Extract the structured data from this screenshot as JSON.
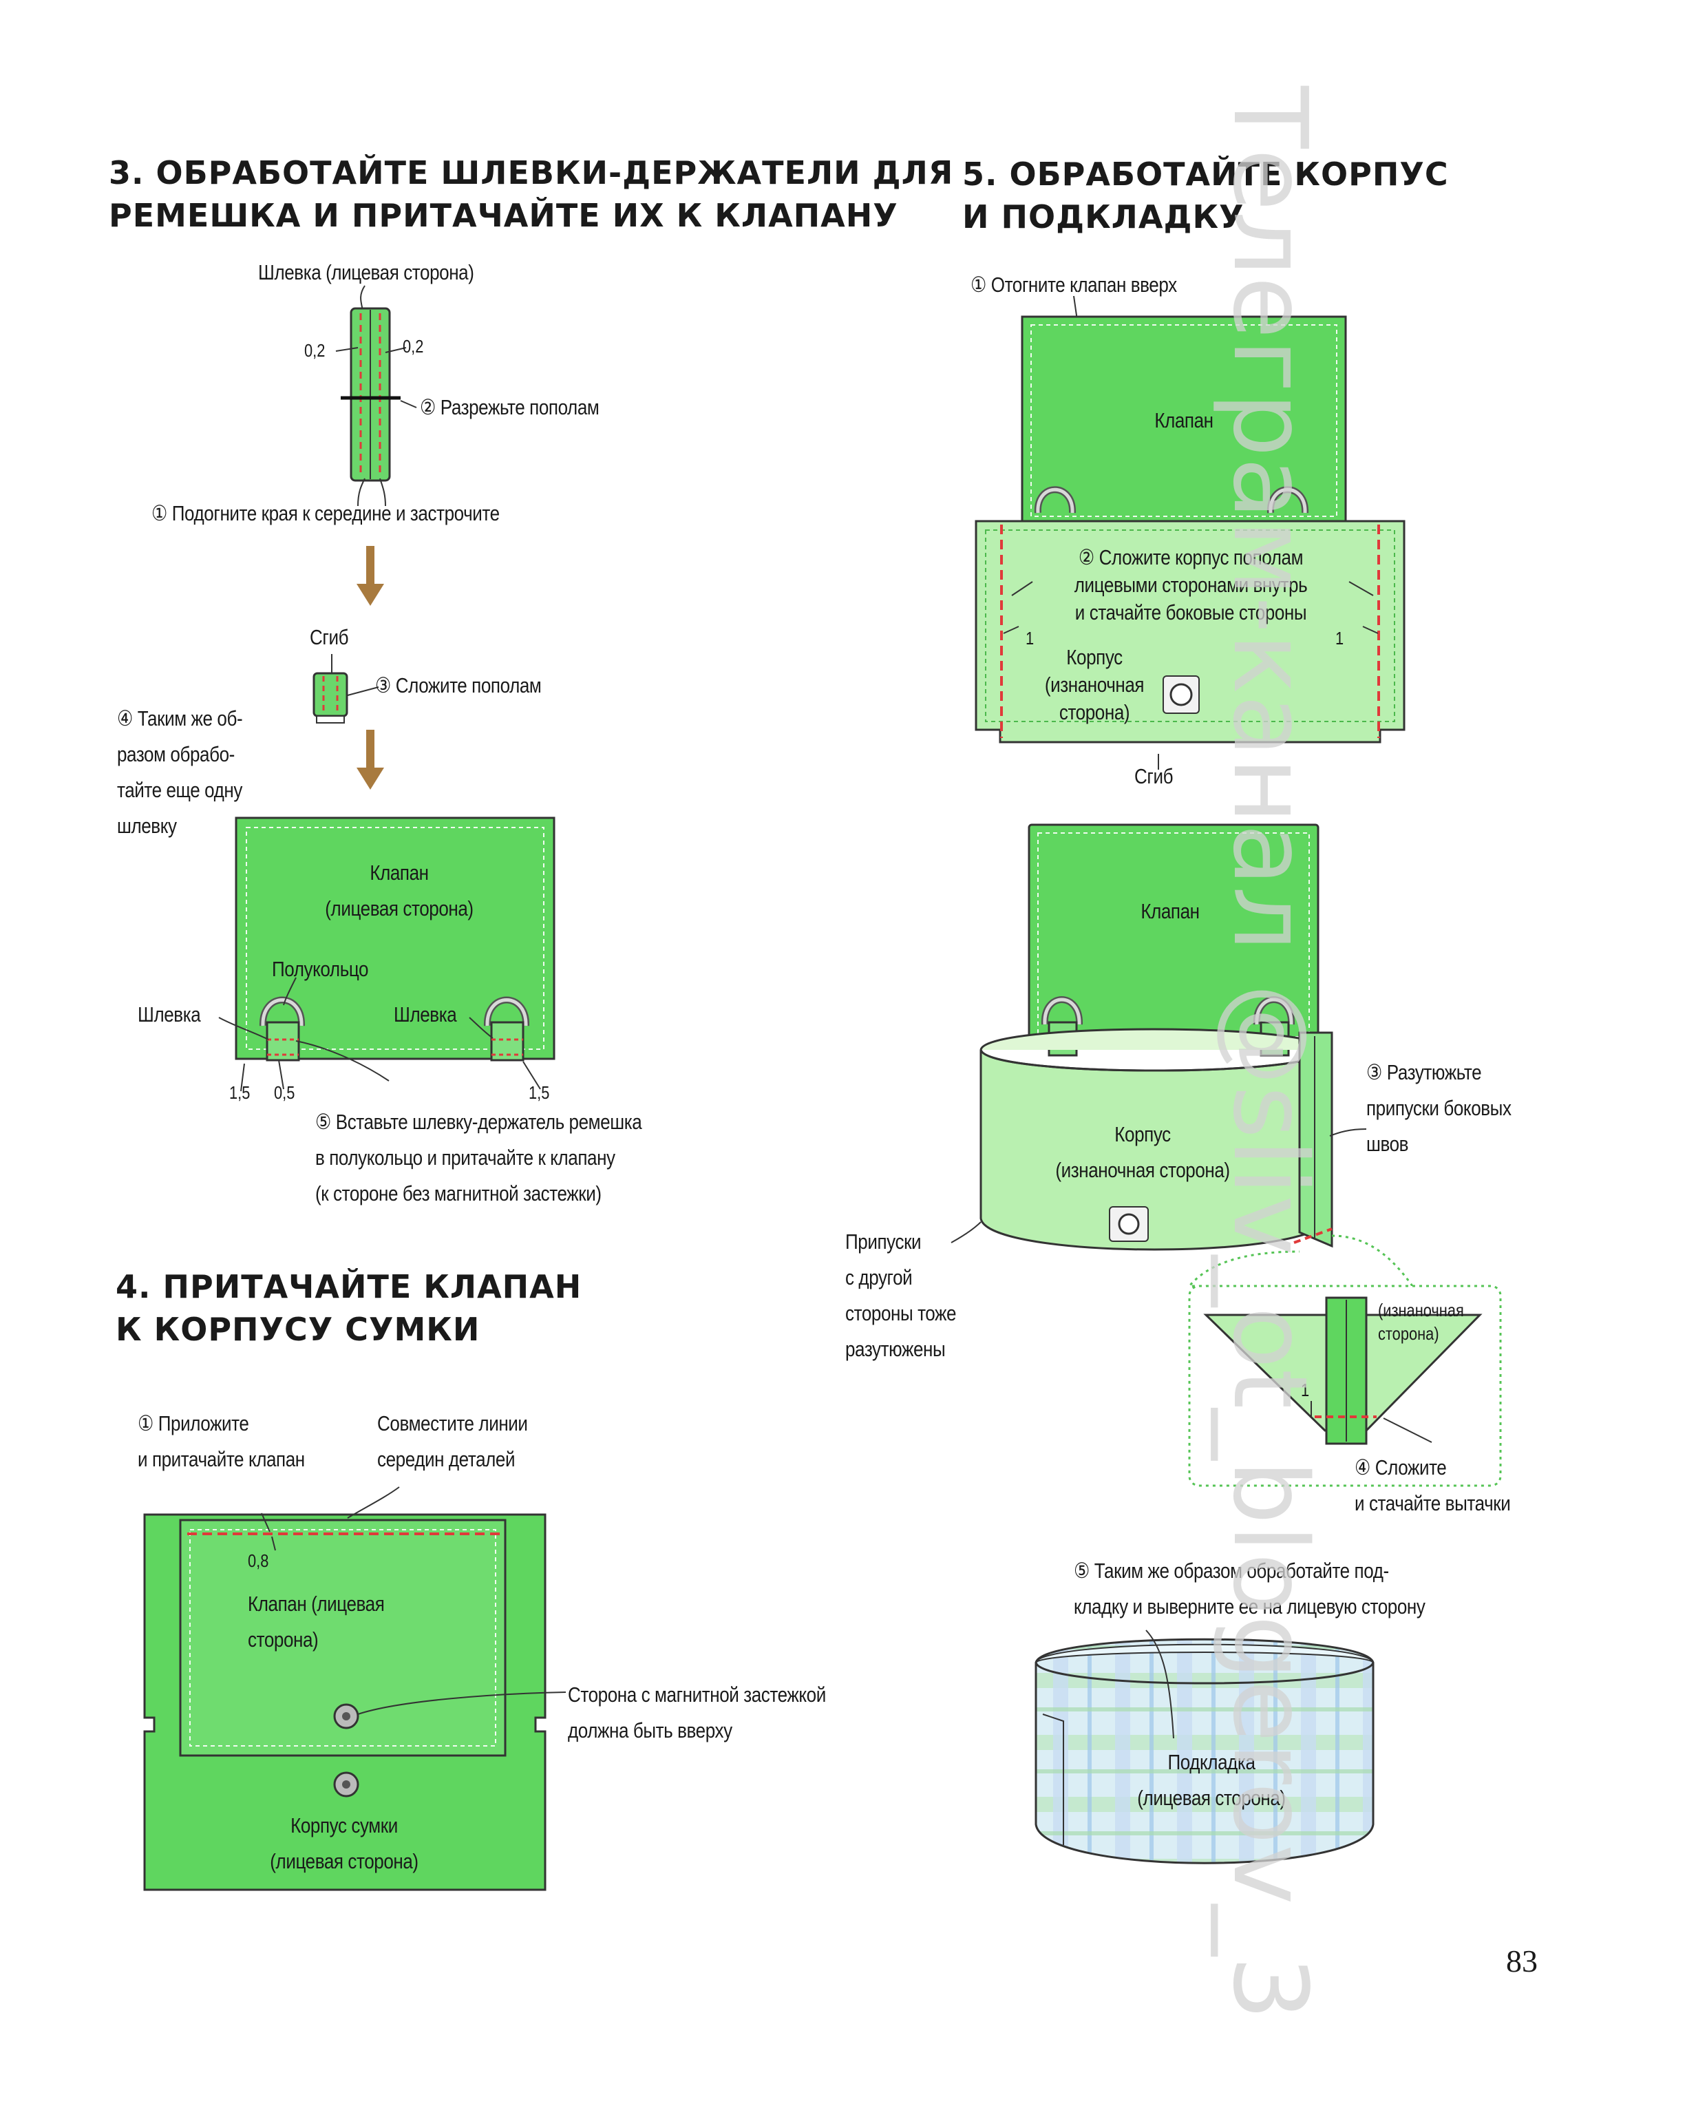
{
  "page_number": "83",
  "watermark": "Телеграм-канал @sliv_ot_blogerov_3",
  "step3": {
    "title": "3. ОБРАБОТАЙТЕ ШЛЕВКИ-ДЕРЖАТЕЛИ ДЛЯ\nРЕМЕШКА И ПРИТАЧАЙТЕ ИХ К КЛАПАНУ",
    "loop_face_label": "Шлевка (лицевая сторона)",
    "offset_left": "0,2",
    "offset_right": "0,2",
    "cut_in_half": "② Разрежьте пополам",
    "fold_edges": "① Подогните края к середине и застрочите",
    "fold_label": "Сгиб",
    "fold_in_half": "③ Сложите пополам",
    "repeat_note": "④ Таким же об-\nразом обрабо-\nтайте еще одну\nшлевку",
    "flap_label": "Клапан\n(лицевая сторона)",
    "half_ring": "Полукольцо",
    "loop_left": "Шлевка",
    "loop_right": "Шлевка",
    "dim_left_a": "1,5",
    "dim_left_b": "0,5",
    "dim_right": "1,5",
    "insert_note": "⑤ Вставьте шлевку-держатель ремешка\nв полукольцо и притачайте к клапану\n(к стороне без магнитной застежки)"
  },
  "step4": {
    "title": "4. ПРИТАЧАЙТЕ КЛАПАН\nК КОРПУСУ СУМКИ",
    "attach_note": "① Приложите\nи притачайте клапан",
    "align_note": "Совместите линии\nсередин деталей",
    "seam_allowance": "0,8",
    "flap_label": "Клапан (лицевая\nсторона)",
    "magnet_note": "Сторона с магнитной застежкой\nдолжна быть вверху",
    "body_label": "Корпус сумки\n(лицевая сторона)"
  },
  "step5": {
    "title": "5. ОБРАБОТАЙТЕ КОРПУС\nИ ПОДКЛАДКУ",
    "fold_flap_up": "① Отогните клапан вверх",
    "flap_label_top": "Клапан",
    "fold_body_note": "② Сложите корпус пополам\nлицевыми сторонами внутрь\nи стачайте боковые стороны",
    "dim_left": "1",
    "dim_right": "1",
    "body_wrong_side": "Корпус\n(изнаночная\nсторона)",
    "fold_label": "Сгиб",
    "flap_label_mid": "Клапан",
    "press_note": "③ Разутюжьте\nприпуски боковых\nшвов",
    "body_wrong_side_2": "Корпус\n(изнаночная сторона)",
    "other_side_note": "Припуски\nс другой\nстороны тоже\nразутюжены",
    "detail_wrong_side": "(изнаночная\nсторона)",
    "detail_dim": "1",
    "dart_note": "④ Сложите\nи стачайте вытачки",
    "lining_note": "⑤ Таким же образом обработайте под-\nкладку и выверните ее на лицевую сторону",
    "lining_label": "Подкладка\n(лицевая сторона)"
  }
}
